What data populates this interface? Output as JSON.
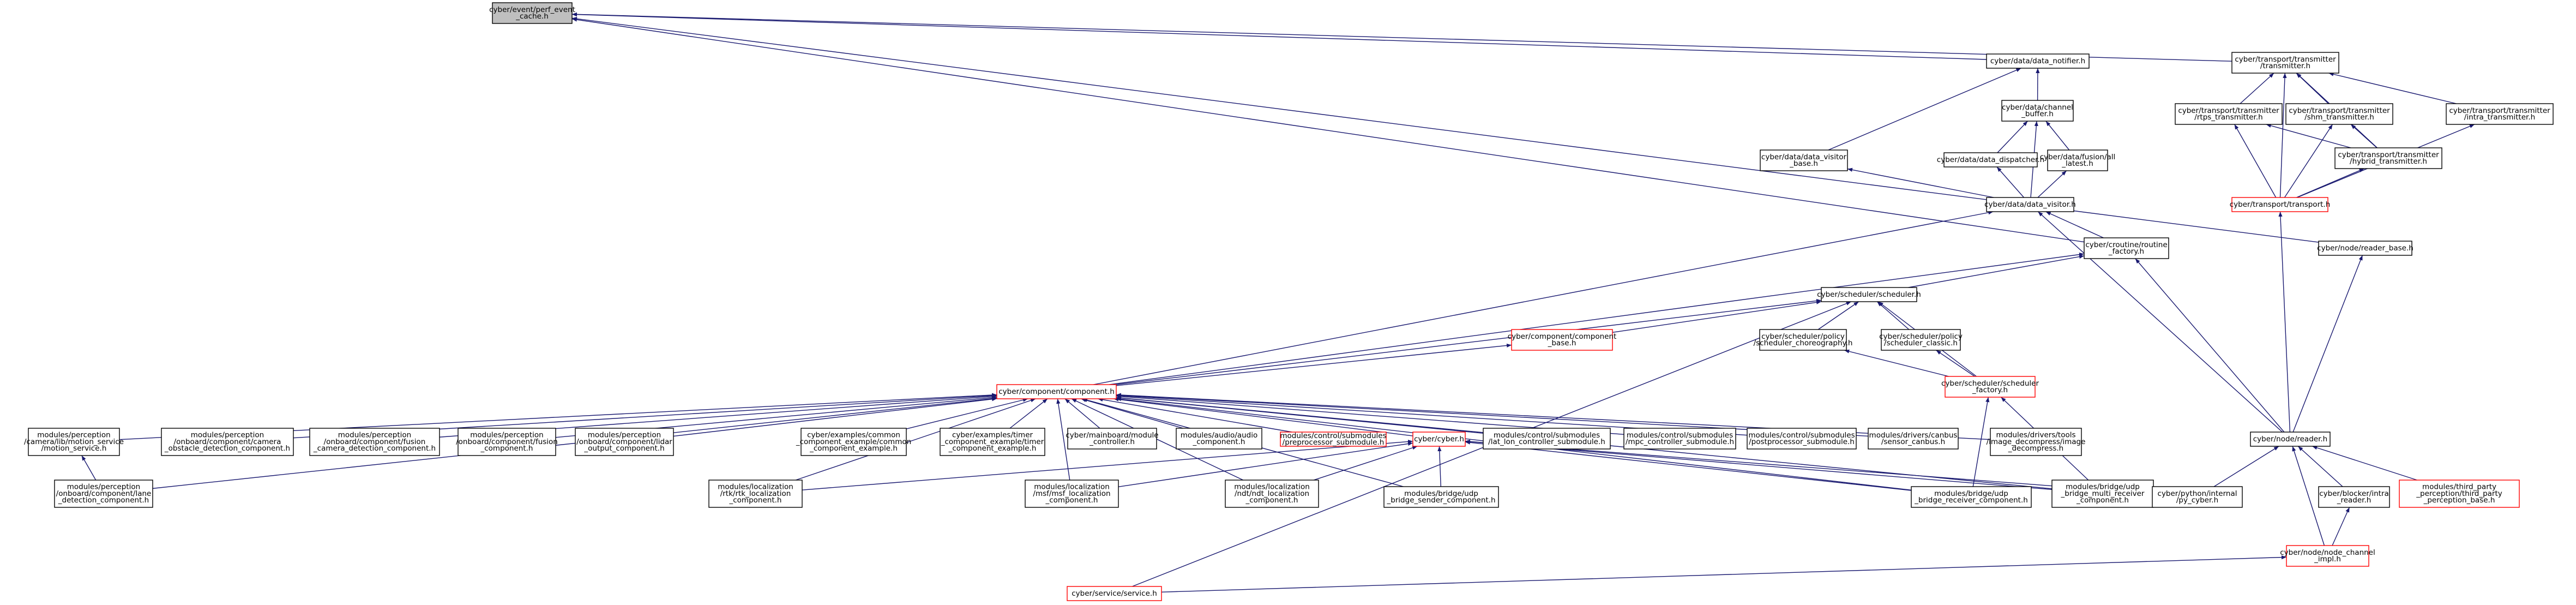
{
  "diagram": {
    "colors": {
      "edge": "#191970",
      "root_fill": "#bfbfbf",
      "border": "#000000",
      "red_border": "#ff0000"
    },
    "nodes": [
      {
        "id": "root",
        "lines": [
          "cyber/event/perf_event",
          "_cache.h"
        ],
        "style": "root"
      },
      {
        "id": "data_notifier",
        "lines": [
          "cyber/data/data_notifier.h"
        ]
      },
      {
        "id": "channel_buffer",
        "lines": [
          "cyber/data/channel",
          "_buffer.h"
        ]
      },
      {
        "id": "dispatcher",
        "lines": [
          "cyber/data/data_dispatcher.h"
        ]
      },
      {
        "id": "all_latest",
        "lines": [
          "cyber/data/fusion/all",
          "_latest.h"
        ]
      },
      {
        "id": "visitor_base",
        "lines": [
          "cyber/data/data_visitor",
          "_base.h"
        ]
      },
      {
        "id": "data_visitor",
        "lines": [
          "cyber/data/data_visitor.h"
        ]
      },
      {
        "id": "transmitter",
        "lines": [
          "cyber/transport/transmitter",
          "/transmitter.h"
        ]
      },
      {
        "id": "rtps_tx",
        "lines": [
          "cyber/transport/transmitter",
          "/rtps_transmitter.h"
        ]
      },
      {
        "id": "shm_tx",
        "lines": [
          "cyber/transport/transmitter",
          "/shm_transmitter.h"
        ]
      },
      {
        "id": "intra_tx",
        "lines": [
          "cyber/transport/transmitter",
          "/intra_transmitter.h"
        ]
      },
      {
        "id": "hybrid_tx",
        "lines": [
          "cyber/transport/transmitter",
          "/hybrid_transmitter.h"
        ]
      },
      {
        "id": "transport",
        "lines": [
          "cyber/transport/transport.h"
        ],
        "style": "red"
      },
      {
        "id": "routine_factory",
        "lines": [
          "cyber/croutine/routine",
          "_factory.h"
        ]
      },
      {
        "id": "reader_base",
        "lines": [
          "cyber/node/reader_base.h"
        ]
      },
      {
        "id": "scheduler",
        "lines": [
          "cyber/scheduler/scheduler.h"
        ]
      },
      {
        "id": "component_base",
        "lines": [
          "cyber/component/component",
          "_base.h"
        ],
        "style": "red"
      },
      {
        "id": "choreography",
        "lines": [
          "cyber/scheduler/policy",
          "/scheduler_choreography.h"
        ]
      },
      {
        "id": "classic",
        "lines": [
          "cyber/scheduler/policy",
          "/scheduler_classic.h"
        ]
      },
      {
        "id": "sched_factory",
        "lines": [
          "cyber/scheduler/scheduler",
          "_factory.h"
        ],
        "style": "red"
      },
      {
        "id": "component",
        "lines": [
          "cyber/component/component.h"
        ],
        "style": "red"
      },
      {
        "id": "motion_service",
        "lines": [
          "modules/perception",
          "/camera/lib/motion_service",
          "/motion_service.h"
        ]
      },
      {
        "id": "camera_obstacle",
        "lines": [
          "modules/perception",
          "/onboard/component/camera",
          "_obstacle_detection_component.h"
        ]
      },
      {
        "id": "fusion_camera",
        "lines": [
          "modules/perception",
          "/onboard/component/fusion",
          "_camera_detection_component.h"
        ]
      },
      {
        "id": "fusion_comp",
        "lines": [
          "modules/perception",
          "/onboard/component/fusion",
          "_component.h"
        ]
      },
      {
        "id": "lidar_output",
        "lines": [
          "modules/perception",
          "/onboard/component/lidar",
          "_output_component.h"
        ]
      },
      {
        "id": "common_example",
        "lines": [
          "cyber/examples/common",
          "_component_example/common",
          "_component_example.h"
        ]
      },
      {
        "id": "timer_example",
        "lines": [
          "cyber/examples/timer",
          "_component_example/timer",
          "_component_example.h"
        ]
      },
      {
        "id": "mainboard",
        "lines": [
          "cyber/mainboard/module",
          "_controller.h"
        ]
      },
      {
        "id": "audio",
        "lines": [
          "modules/audio/audio",
          "_component.h"
        ]
      },
      {
        "id": "preprocessor",
        "lines": [
          "modules/control/submodules",
          "/preprocessor_submodule.h"
        ],
        "style": "red"
      },
      {
        "id": "cyber_h",
        "lines": [
          "cyber/cyber.h"
        ],
        "style": "red"
      },
      {
        "id": "lat_lon",
        "lines": [
          "modules/control/submodules",
          "/lat_lon_controller_submodule.h"
        ]
      },
      {
        "id": "mpc",
        "lines": [
          "modules/control/submodules",
          "/mpc_controller_submodule.h"
        ]
      },
      {
        "id": "postprocessor",
        "lines": [
          "modules/control/submodules",
          "/postprocessor_submodule.h"
        ]
      },
      {
        "id": "canbus",
        "lines": [
          "modules/drivers/canbus",
          "/sensor_canbus.h"
        ]
      },
      {
        "id": "image_decompress",
        "lines": [
          "modules/drivers/tools",
          "/image_decompress/image",
          "_decompress.h"
        ]
      },
      {
        "id": "node_reader",
        "lines": [
          "cyber/node/reader.h"
        ]
      },
      {
        "id": "lane_detection",
        "lines": [
          "modules/perception",
          "/onboard/component/lane",
          "_detection_component.h"
        ]
      },
      {
        "id": "rtk_loc",
        "lines": [
          "modules/localization",
          "/rtk/rtk_localization",
          "_component.h"
        ]
      },
      {
        "id": "msf_loc",
        "lines": [
          "modules/localization",
          "/msf/msf_localization",
          "_component.h"
        ]
      },
      {
        "id": "ndt_loc",
        "lines": [
          "modules/localization",
          "/ndt/ndt_localization",
          "_component.h"
        ]
      },
      {
        "id": "udp_sender",
        "lines": [
          "modules/bridge/udp",
          "_bridge_sender_component.h"
        ]
      },
      {
        "id": "udp_receiver",
        "lines": [
          "modules/bridge/udp",
          "_bridge_receiver_component.h"
        ]
      },
      {
        "id": "udp_multi",
        "lines": [
          "modules/bridge/udp",
          "_bridge_multi_receiver",
          "_component.h"
        ]
      },
      {
        "id": "py_cyber",
        "lines": [
          "cyber/python/internal",
          "/py_cyber.h"
        ]
      },
      {
        "id": "intra_reader",
        "lines": [
          "cyber/blocker/intra",
          "_reader.h"
        ]
      },
      {
        "id": "third_party",
        "lines": [
          "modules/third_party",
          "_perception/third_party",
          "_perception_base.h"
        ],
        "style": "red"
      },
      {
        "id": "channel_impl",
        "lines": [
          "cyber/node/node_channel",
          "_impl.h"
        ],
        "style": "red"
      },
      {
        "id": "service",
        "lines": [
          "cyber/service/service.h"
        ],
        "style": "red"
      }
    ]
  }
}
